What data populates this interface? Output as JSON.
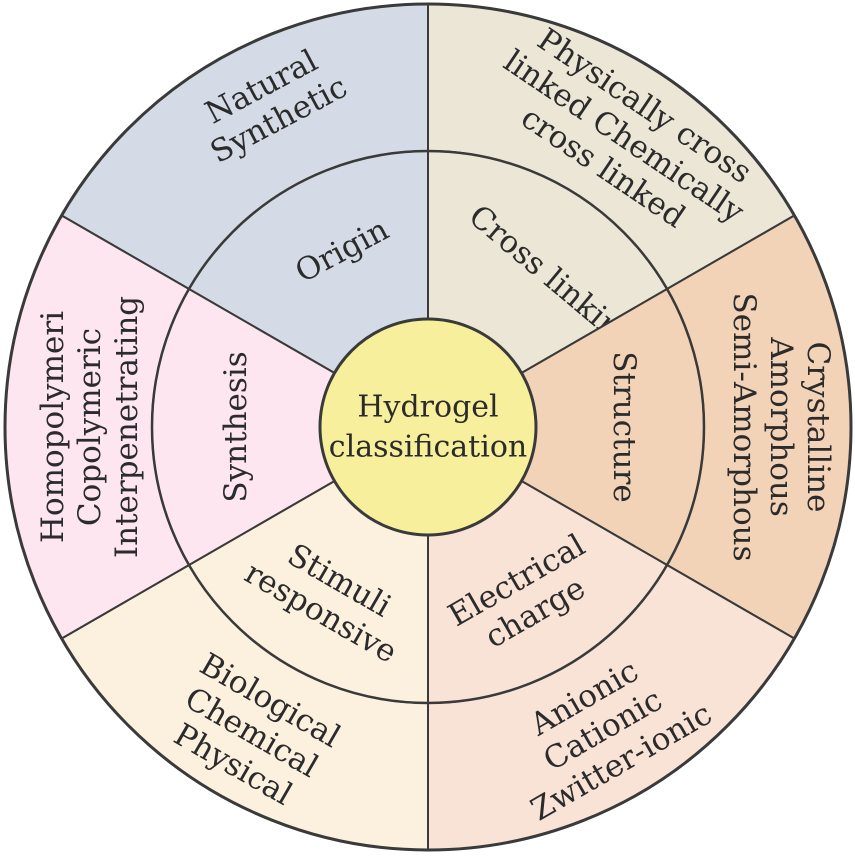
{
  "center": {
    "lines": [
      "Hydrogel",
      "classification"
    ],
    "color": "#f7ef9b"
  },
  "colors": {
    "line": "#3a3a3a",
    "background": "#ffffff"
  },
  "segments": [
    {
      "id": "origin",
      "category": "Origin",
      "items": [
        "Natural",
        "Synthetic"
      ],
      "color": "#d5dbe6"
    },
    {
      "id": "cross-linking",
      "category": "Cross linking",
      "items": [
        "Physically cross",
        "linked Chemically",
        "cross linked"
      ],
      "color": "#ebe6d6"
    },
    {
      "id": "structure",
      "category": "Structure",
      "items": [
        "Crystalline",
        "Amorphous",
        "Semi-Amorphous"
      ],
      "color": "#f3d3b8"
    },
    {
      "id": "electrical-charge",
      "category": "Electrical charge",
      "items": [
        "Anionic",
        "Cationic",
        "Zwitter-ionic"
      ],
      "color": "#f9e2d6"
    },
    {
      "id": "stimuli-responsive",
      "category": "Stimuli responsive",
      "items": [
        "Biological",
        "Chemical",
        "Physical"
      ],
      "color": "#fcf0de"
    },
    {
      "id": "synthesis",
      "category": "Synthesis",
      "items": [
        "Homopolymeri",
        "Copolymeric",
        "Interpenetrating"
      ],
      "color": "#fde6f0"
    }
  ]
}
